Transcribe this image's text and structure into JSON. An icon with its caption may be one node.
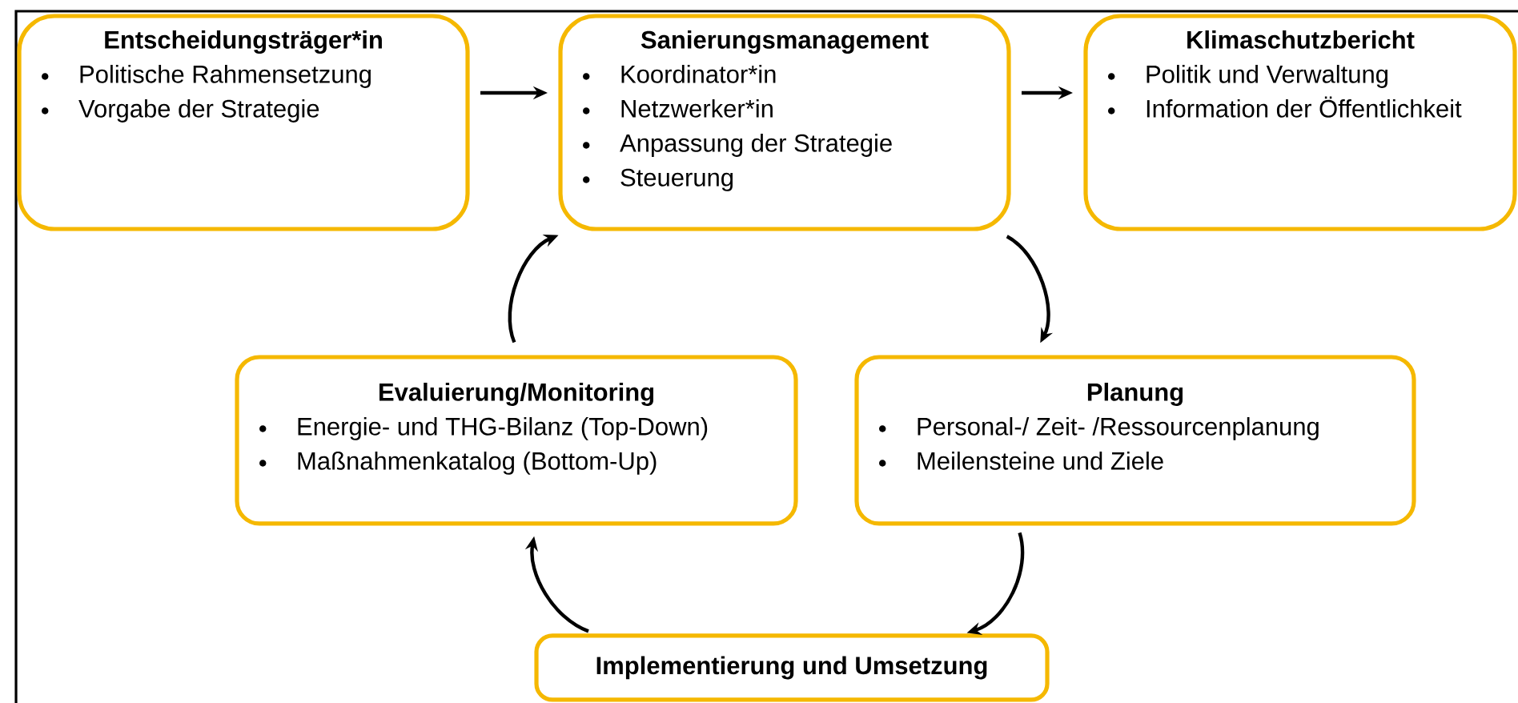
{
  "diagram": {
    "nodes": [
      {
        "text": [
          "Entscheidungsträger*in",
          "Politische Rahmensetzung",
          "Vorgabe der Strategie"
        ]
      },
      {
        "text": [
          "Sanierungsmanagement",
          "Koordinator*in",
          "Netzwerker*in",
          "Anpassung der Strategie",
          "Steuerung"
        ]
      },
      {
        "text": [
          "Klimaschutzbericht",
          "Politik und Verwaltung",
          "Information der Öffentlichkeit"
        ]
      },
      {
        "text": [
          "Evaluierung/Monitoring",
          "Energie- und THG-Bilanz (Top-Down)",
          "Maßnahmenkatalog (Bottom-Up)"
        ]
      },
      {
        "text": [
          "Planung",
          "Personal-/ Zeit- /Ressourcenplanung",
          "Meilensteine und Ziele"
        ]
      },
      {
        "text": [
          "Implementierung und Umsetzung"
        ]
      }
    ],
    "edges": [
      {
        "from": 0,
        "to": 1,
        "arrow": "to"
      },
      {
        "from": 1,
        "to": 2,
        "arrow": "to"
      },
      {
        "from": 1,
        "to": 4,
        "arrow": "to"
      },
      {
        "from": 4,
        "to": 5,
        "arrow": "to"
      },
      {
        "from": 5,
        "to": 3,
        "arrow": "to"
      },
      {
        "from": 3,
        "to": 1,
        "arrow": "to"
      }
    ]
  }
}
